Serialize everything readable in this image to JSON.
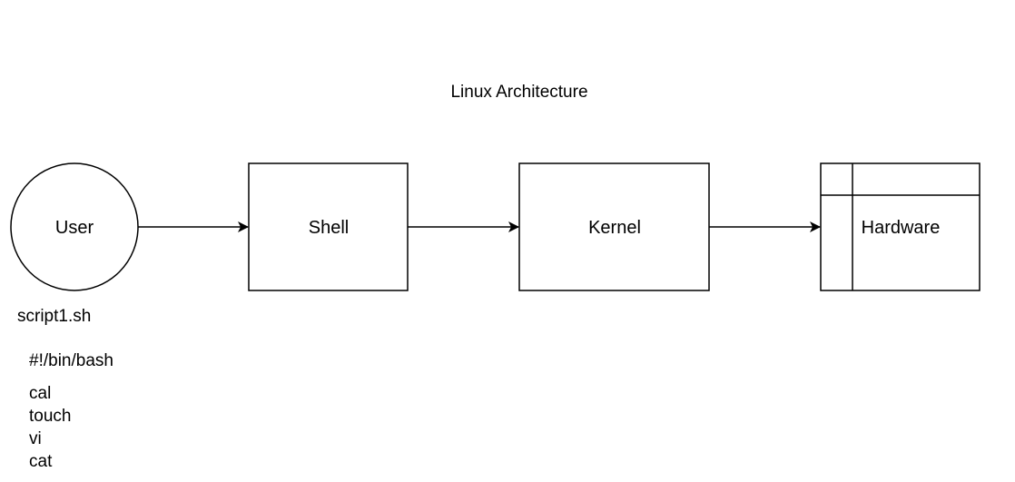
{
  "diagram": {
    "title": "Linux Architecture",
    "nodes": [
      {
        "id": "user",
        "label": "User",
        "shape": "circle"
      },
      {
        "id": "shell",
        "label": "Shell",
        "shape": "rectangle"
      },
      {
        "id": "kernel",
        "label": "Kernel",
        "shape": "rectangle"
      },
      {
        "id": "hardware",
        "label": "Hardware",
        "shape": "internal-storage"
      }
    ],
    "edges": [
      {
        "from": "user",
        "to": "shell"
      },
      {
        "from": "shell",
        "to": "kernel"
      },
      {
        "from": "kernel",
        "to": "hardware"
      }
    ],
    "stroke_color": "#000000"
  },
  "script": {
    "filename": "script1.sh",
    "shebang": "#!/bin/bash",
    "commands": [
      "cal",
      "touch",
      "vi",
      "cat"
    ]
  }
}
